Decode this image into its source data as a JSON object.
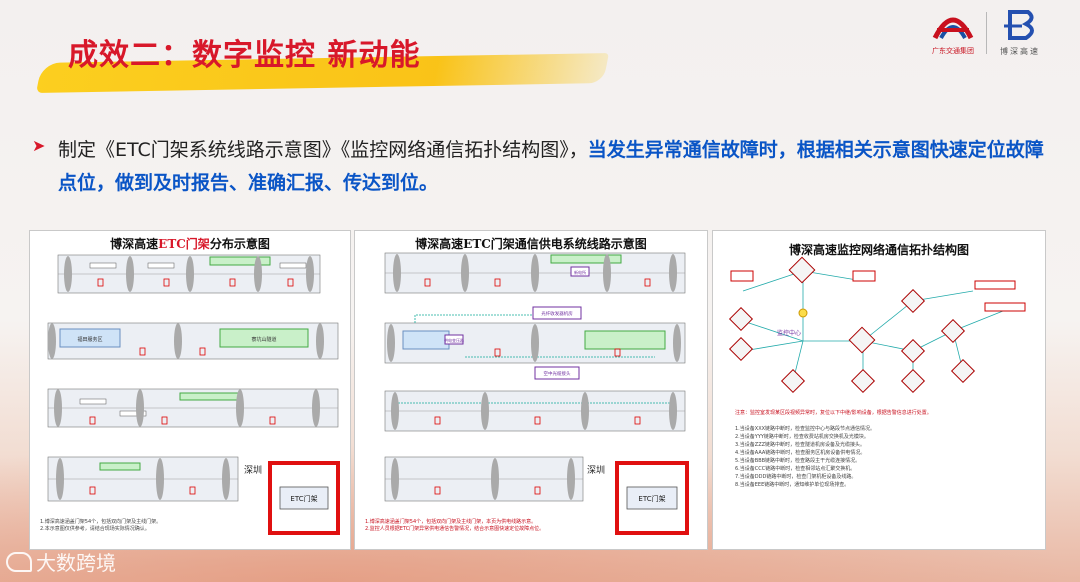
{
  "header": {
    "title": "成效二：数字监控 新动能",
    "logo_left_text": "广东交通集团",
    "logo_right_text": "博深高速"
  },
  "paragraph": {
    "normal": "制定《ETC门架系统线路示意图》《监控网络通信拓扑结构图》，",
    "highlight": "当发生异常通信故障时，根据相关示意图快速定位故障点位，做到及时报告、准确汇报、传达到位。"
  },
  "panels": {
    "p1": {
      "title_pre": "博深高速",
      "title_red": "ETC门架",
      "title_post": "分布示意图",
      "zone1": "寮坑山隧道",
      "zone2": "福田服务区",
      "city": "深圳",
      "box_label": "ETC门架",
      "note1": "1.博深高速涵盖门架54个，包括双向门架及主线门架。",
      "note2": "2.本示意图仅供参考，请结合现场实际情况确认。"
    },
    "p2": {
      "title": "博深高速ETC门架通信供电系统线路示意图",
      "callout1": "新电所",
      "callout2": "供电变压器",
      "callout3": "光纤收发器机房",
      "callout4": "空中光缆接头",
      "city": "深圳",
      "box_label": "ETC门架",
      "note1": "1.博深高速涵盖门架54个，包括双向门架及主线门架，本页为供电线路示意。",
      "note2": "2.监控人员根据ETC门架异常供电通信告警情况，结合示意图快速定位故障点位。"
    },
    "p3": {
      "title": "博深高速监控网络通信拓扑结构图",
      "center_label": "监控中心",
      "warn": "注意：监控室发现某区段视频异常时，复位以下中继/影响设备，根据告警信息进行处置。",
      "lines": [
        "1.当设备XXX链路中断时，检查监控中心与路段节点通信情况。",
        "2.当设备YYY链路中断时，检查收费站机房交换机及光模块。",
        "3.当设备ZZZ链路中断时，检查隧道机房设备及光缆接头。",
        "4.当设备AAA链路中断时，检查服务区机房设备供电情况。",
        "5.当设备BBB链路中断时，检查路段主干光缆连接情况。",
        "6.当设备CCC链路中断时，检查相邻站点汇聚交换机。",
        "7.当设备DDD链路中断时，检查门架机柜设备及线路。",
        "8.当设备EEE链路中断时，通知维护单位现场排查。"
      ]
    }
  },
  "watermark": "大数跨境"
}
